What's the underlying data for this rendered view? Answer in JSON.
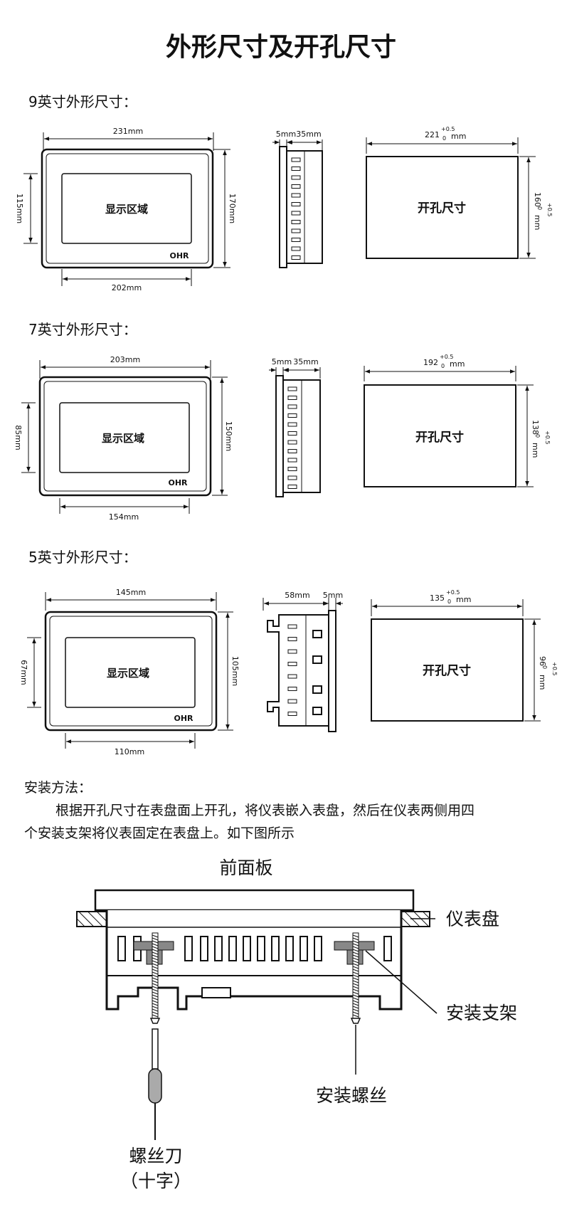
{
  "title": "外形尺寸及开孔尺寸",
  "sections": [
    {
      "heading": "9英寸外形尺寸：",
      "outer_width": "231mm",
      "outer_height": "170mm",
      "screen_width": "202mm",
      "screen_height": "115mm",
      "screen_label": "显示区域",
      "logo": "OHR",
      "side_a": "5mm",
      "side_b": "35mm",
      "cutout_width": "221",
      "cutout_height": "160",
      "tol_plus": "+0.5",
      "tol_zero": "0",
      "unit": "mm",
      "cutout_label": "开孔尺寸"
    },
    {
      "heading": "7英寸外形尺寸：",
      "outer_width": "203mm",
      "outer_height": "150mm",
      "screen_width": "154mm",
      "screen_height": "85mm",
      "screen_label": "显示区域",
      "logo": "OHR",
      "side_a": "5mm",
      "side_b": "35mm",
      "cutout_width": "192",
      "cutout_height": "138",
      "tol_plus": "+0.5",
      "tol_zero": "0",
      "unit": "mm",
      "cutout_label": "开孔尺寸"
    },
    {
      "heading": "5英寸外形尺寸：",
      "outer_width": "145mm",
      "outer_height": "105mm",
      "screen_width": "110mm",
      "screen_height": "67mm",
      "screen_label": "显示区域",
      "logo": "OHR",
      "side_a": "58mm",
      "side_b": "5mm",
      "cutout_width": "135",
      "cutout_height": "96",
      "tol_plus": "+0.5",
      "tol_zero": "0",
      "unit": "mm",
      "cutout_label": "开孔尺寸"
    }
  ],
  "install": {
    "heading": "安装方法：",
    "line1": "根据开孔尺寸在表盘面上开孔，将仪表嵌入表盘，然后在仪表两侧用四",
    "line2": "个安装支架将仪表固定在表盘上。如下图所示",
    "front_panel": "前面板",
    "meter_panel": "仪表盘",
    "bracket": "安装支架",
    "screw": "安装螺丝",
    "screwdriver": "螺丝刀",
    "cross": "（十字）"
  }
}
